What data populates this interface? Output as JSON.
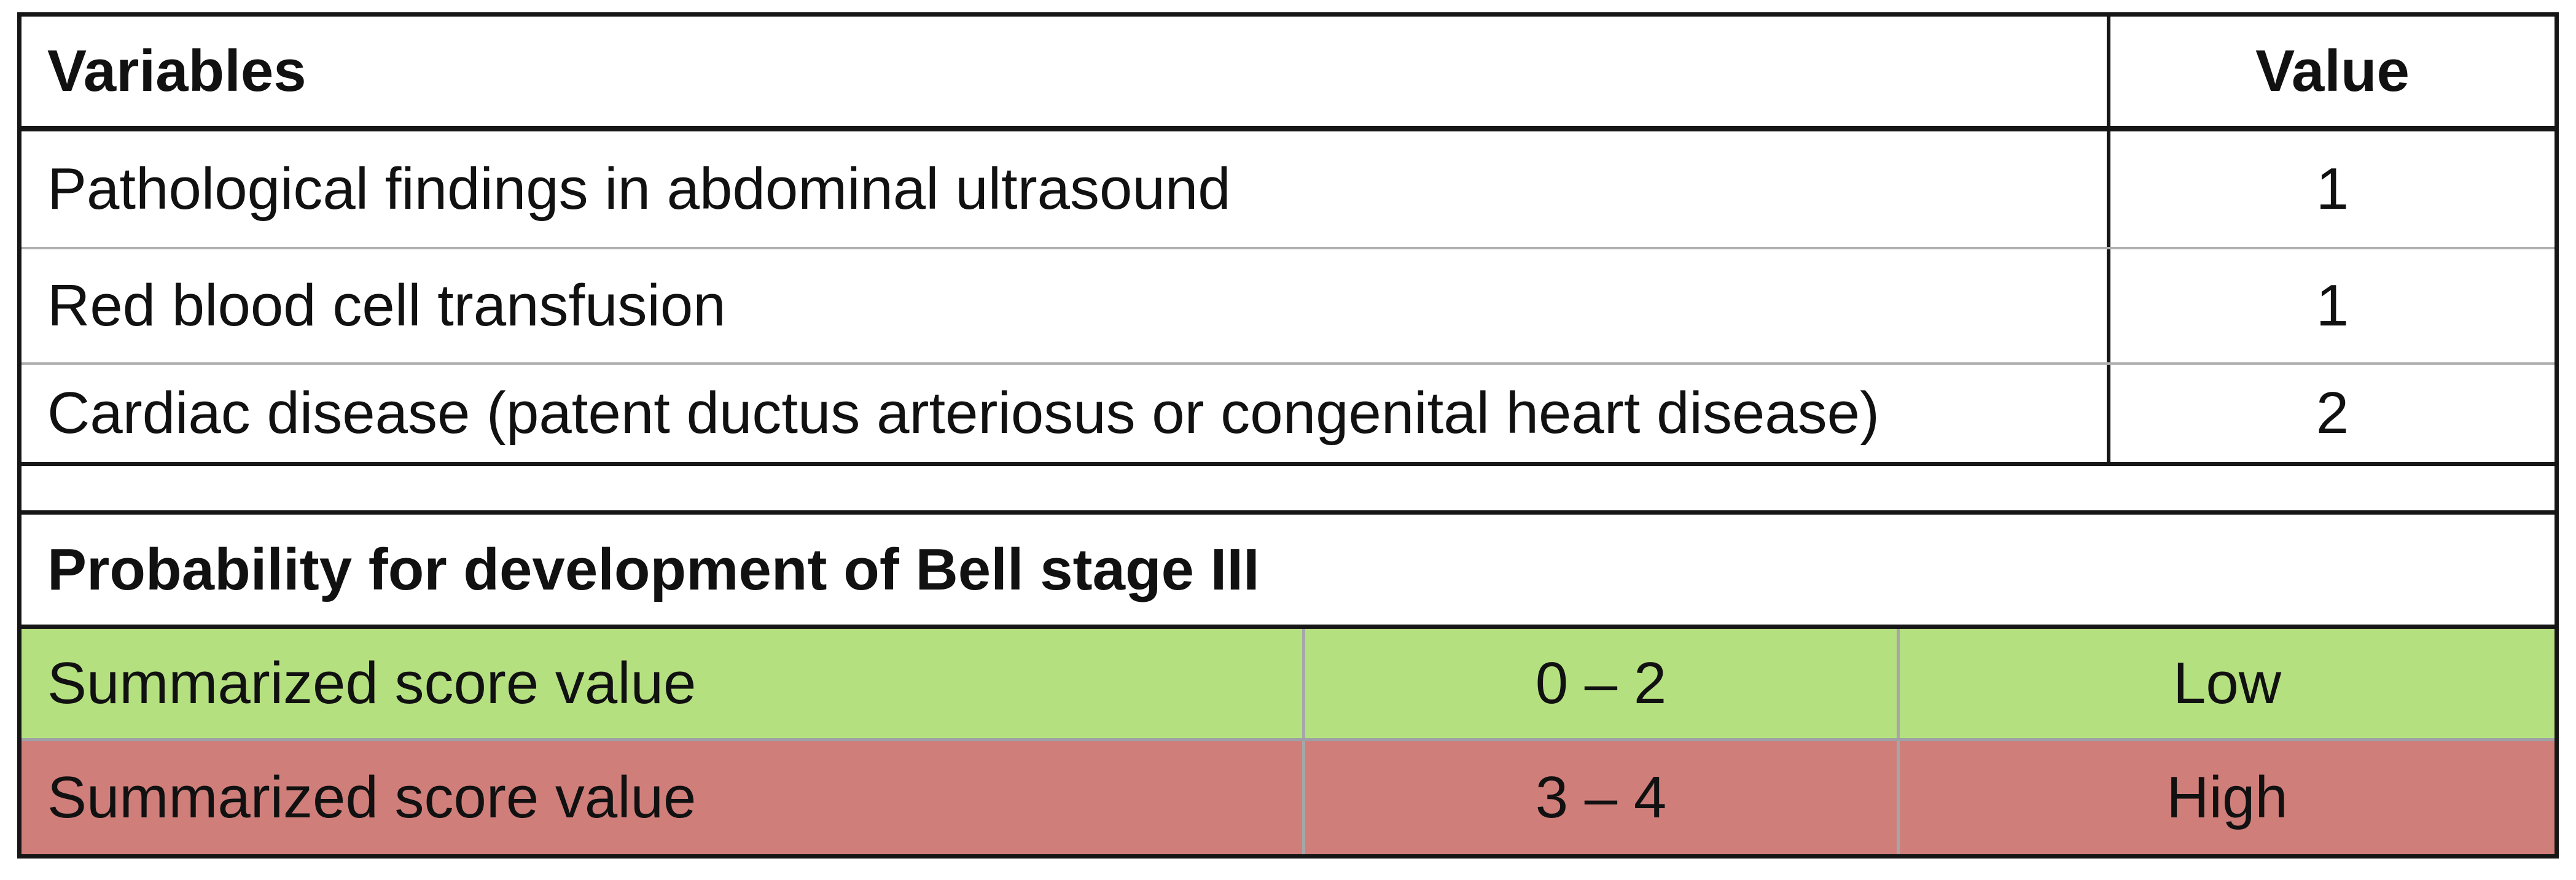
{
  "score_table": {
    "header": {
      "variables": "Variables",
      "value": "Value"
    },
    "rows": [
      {
        "variable": "Pathological findings in abdominal ultrasound",
        "value": "1"
      },
      {
        "variable": "Red blood cell transfusion",
        "value": "1"
      },
      {
        "variable": "Cardiac disease (patent ductus arteriosus or congenital heart disease)",
        "value": "2"
      }
    ]
  },
  "probability_table": {
    "heading": "Probability for development of Bell stage III",
    "rows": [
      {
        "label": "Summarized score value",
        "score_range": "0 – 2",
        "probability": "Low",
        "bg": "#b5e07f"
      },
      {
        "label": "Summarized score value",
        "score_range": "3 – 4",
        "probability": "High",
        "bg": "#d07e7a"
      }
    ]
  },
  "colors": {
    "outer_border": "#161616",
    "thin_row_line": "#b0b0b0",
    "green_red_separator": "#9fa0a6",
    "column_divider_gray": "#a6a6a6",
    "low_row_bg": "#b5e07f",
    "high_row_bg": "#d07e7a"
  }
}
